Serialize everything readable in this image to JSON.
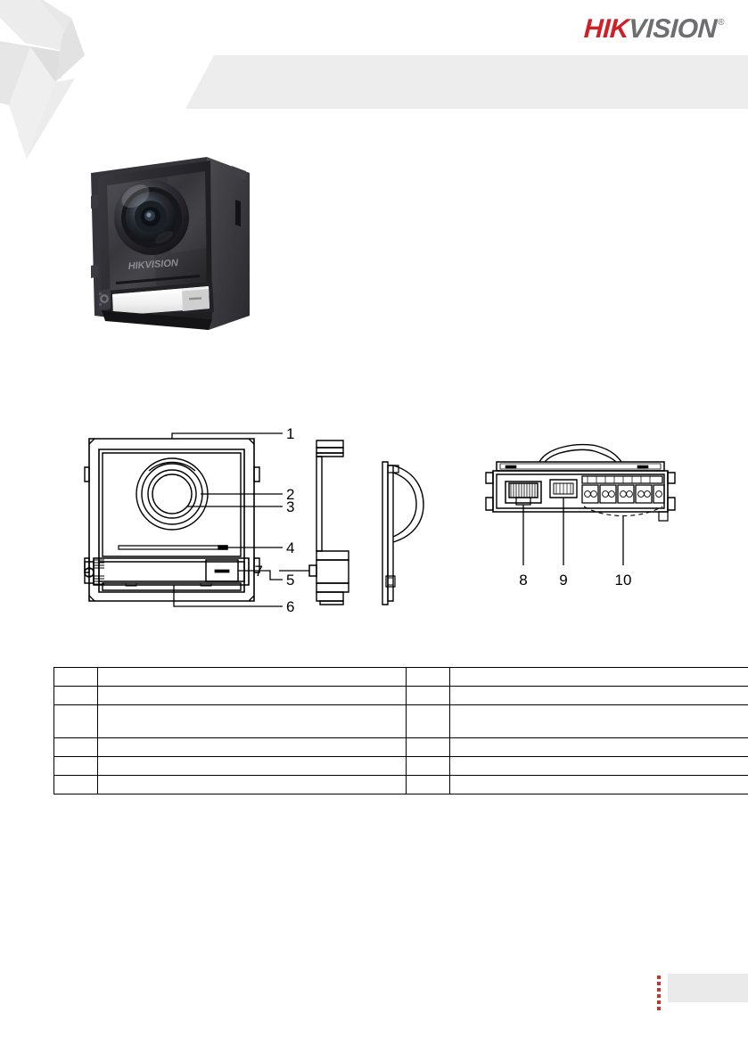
{
  "brand": {
    "logo_part_red": "HIK",
    "logo_part_gray": "VISION",
    "registered_mark": "®"
  },
  "header": {
    "band_color": "#ededed",
    "title": ""
  },
  "watermark": {
    "name": "star-watermark",
    "color": "#ebebeb"
  },
  "product_photo": {
    "name": "door-station-module-photo",
    "brand_text": "HIKVISION",
    "body_color": "#2b2b2e",
    "nameplate_color": "#f7f7f7"
  },
  "figure": {
    "views": [
      {
        "name": "front-view",
        "label": ""
      },
      {
        "name": "side-view",
        "label": ""
      },
      {
        "name": "rear-view",
        "label": ""
      }
    ],
    "callouts": [
      {
        "id": "1",
        "view": "front"
      },
      {
        "id": "2",
        "view": "front"
      },
      {
        "id": "3",
        "view": "front"
      },
      {
        "id": "4",
        "view": "front"
      },
      {
        "id": "5",
        "view": "front"
      },
      {
        "id": "6",
        "view": "front"
      },
      {
        "id": "7",
        "view": "side"
      },
      {
        "id": "8",
        "view": "rear"
      },
      {
        "id": "9",
        "view": "rear"
      },
      {
        "id": "10",
        "view": "rear"
      }
    ]
  },
  "table": {
    "name": "component-description-table",
    "rows": [
      {
        "num_a": "",
        "desc_a": "",
        "num_b": "",
        "desc_b": "",
        "tall": false
      },
      {
        "num_a": "",
        "desc_a": "",
        "num_b": "",
        "desc_b": "",
        "tall": false
      },
      {
        "num_a": "",
        "desc_a": "",
        "num_b": "",
        "desc_b": "",
        "tall": true
      },
      {
        "num_a": "",
        "desc_a": "",
        "num_b": "",
        "desc_b": "",
        "tall": false
      },
      {
        "num_a": "",
        "desc_a": "",
        "num_b": "",
        "desc_b": "",
        "tall": false
      },
      {
        "num_a": "",
        "desc_a": "",
        "num_b": "",
        "desc_b": "",
        "tall": false
      }
    ]
  },
  "footer": {
    "bar_text": "",
    "dot_color": "#c8332e",
    "bar_color": "#eaeaea",
    "dot_count": 6
  }
}
